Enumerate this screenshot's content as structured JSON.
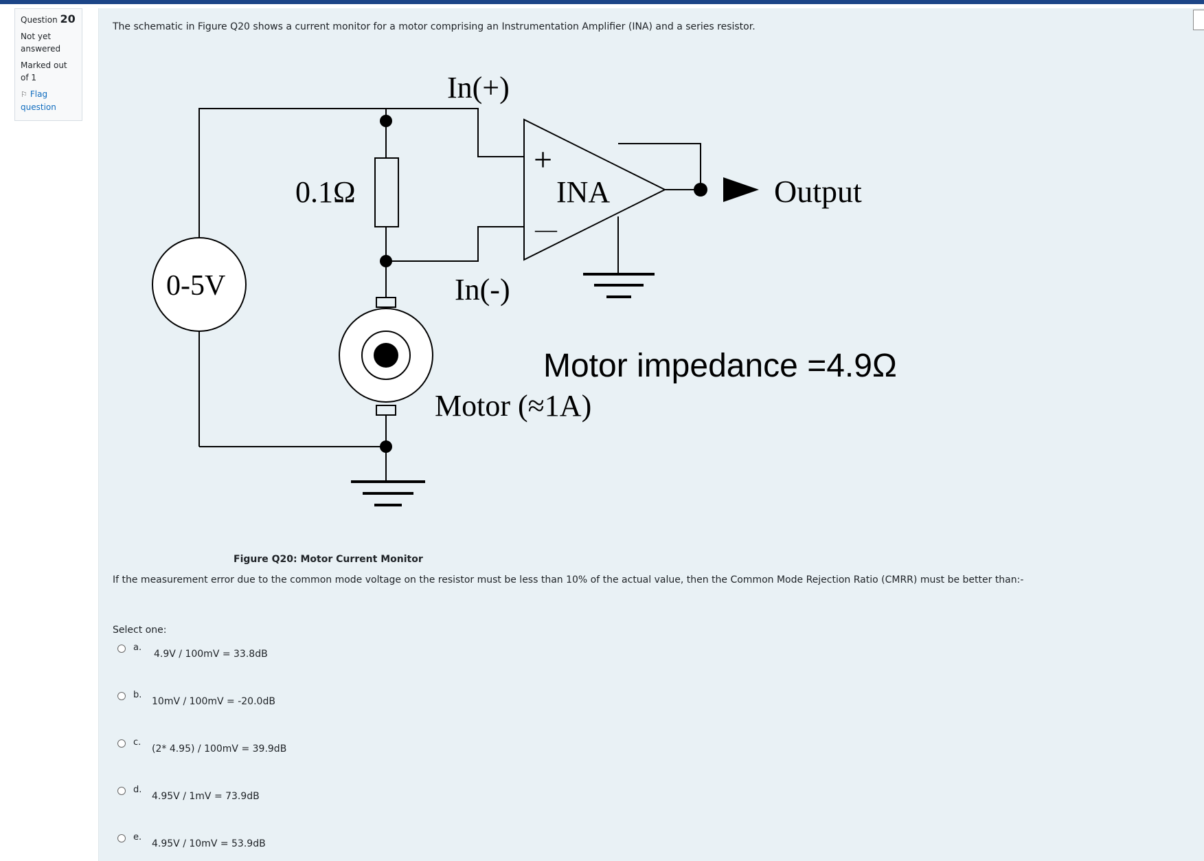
{
  "question_info": {
    "label": "Question",
    "number": "20",
    "status": "Not yet answered",
    "marks": "Marked out of 1",
    "flag_label": "Flag question"
  },
  "question": {
    "intro": "The schematic in Figure Q20 shows a current monitor for a motor comprising an Instrumentation Amplifier (INA) and a series resistor.",
    "figure_caption": "Figure Q20: Motor Current Monitor",
    "text": "If the measurement error due to the common mode voltage on the resistor must be less than 10% of the actual value, then the Common Mode Rejection Ratio (CMRR) must be better than:-",
    "select_label": "Select one:"
  },
  "schematic": {
    "in_plus": "In(+)",
    "in_minus": "In(-)",
    "plus_sign": "+",
    "minus_sign": "—",
    "ina": "INA",
    "output": "Output",
    "resistor": "0.1Ω",
    "source": "0-5V",
    "motor": "Motor (≈1A)",
    "impedance": "Motor impedance =4.9Ω"
  },
  "options": [
    {
      "letter": "a.",
      "text": "4.9V / 100mV = 33.8dB"
    },
    {
      "letter": "b.",
      "text": "10mV / 100mV = -20.0dB"
    },
    {
      "letter": "c.",
      "text": "(2* 4.95) / 100mV = 39.9dB"
    },
    {
      "letter": "d.",
      "text": "4.95V / 1mV = 73.9dB"
    },
    {
      "letter": "e.",
      "text": "4.95V / 10mV = 53.9dB"
    }
  ]
}
